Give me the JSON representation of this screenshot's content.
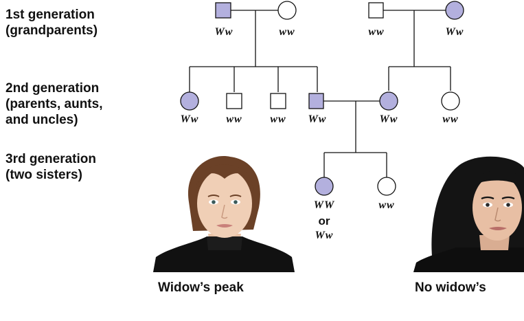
{
  "generations": {
    "first": [
      "1st generation",
      "(grandparents)"
    ],
    "second": [
      "2nd generation",
      "(parents, aunts,",
      "and uncles)"
    ],
    "third": [
      "3rd generation",
      "(two sisters)"
    ]
  },
  "genotypes": {
    "gp1_father": "Ww",
    "gp1_mother": "ww",
    "gp2_father": "ww",
    "gp2_mother": "Ww",
    "aunt": "Ww",
    "uncle1": "ww",
    "uncle2": "ww",
    "father": "Ww",
    "mother": "Ww",
    "maternal_aunt": "ww",
    "sister1_top": "WW",
    "sister1_or": "or",
    "sister1_bottom": "Ww",
    "sister2": "ww"
  },
  "captions": {
    "left": "Widow’s peak",
    "right": "No widow’s"
  },
  "colors": {
    "affected": "#b3b0de",
    "unaffected": "#ffffff",
    "stroke": "#111111"
  }
}
